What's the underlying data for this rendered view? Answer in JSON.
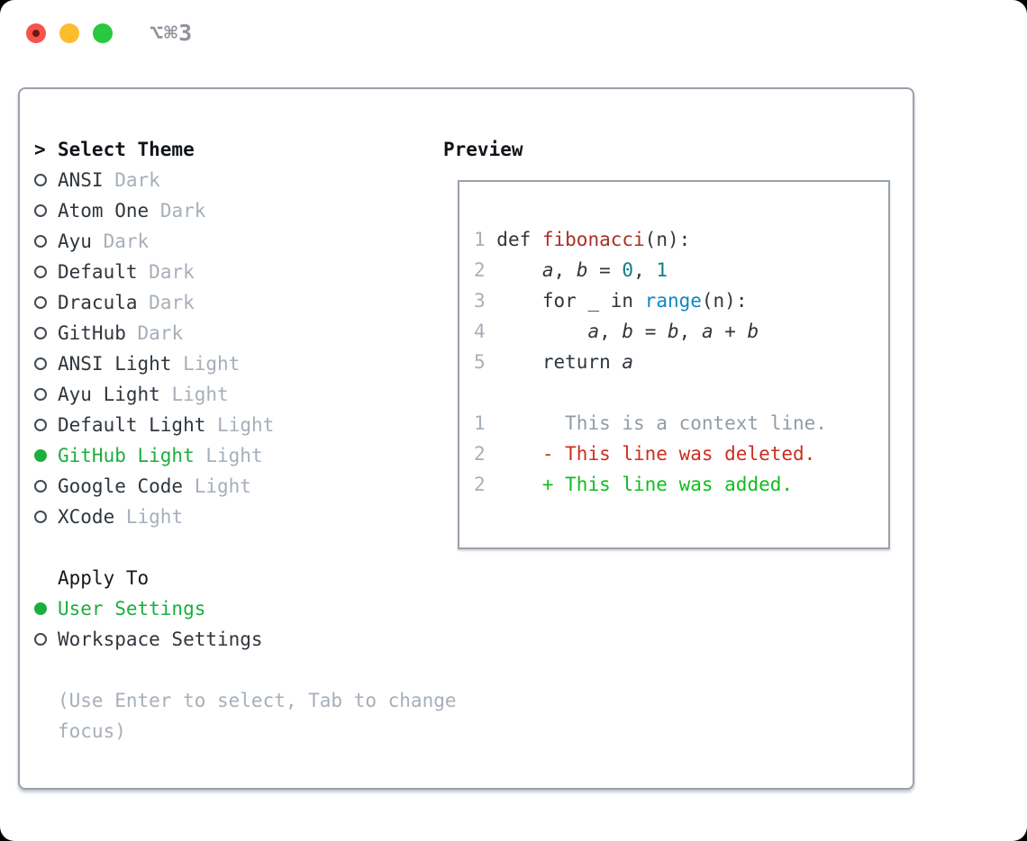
{
  "window": {
    "title": "⌥⌘3",
    "traffic_lights": [
      "close",
      "minimize",
      "zoom"
    ]
  },
  "colors": {
    "selected_green": "#1cae3d",
    "added_green": "#0fbe1e",
    "deleted_red": "#cd2e1e",
    "function_red": "#a93026",
    "number_teal": "#0e7f82",
    "builtin_blue": "#0e87c5",
    "muted_gray": "#a6afb9",
    "border_gray": "#9aa2ac",
    "text_dark": "#2f363d"
  },
  "theme_picker": {
    "header": {
      "pointer": ">",
      "label": "Select Theme"
    },
    "themes": [
      {
        "name": "ANSI",
        "variant": "Dark",
        "selected": false
      },
      {
        "name": "Atom One",
        "variant": "Dark",
        "selected": false
      },
      {
        "name": "Ayu",
        "variant": "Dark",
        "selected": false
      },
      {
        "name": "Default",
        "variant": "Dark",
        "selected": false
      },
      {
        "name": "Dracula",
        "variant": "Dark",
        "selected": false
      },
      {
        "name": "GitHub",
        "variant": "Dark",
        "selected": false
      },
      {
        "name": "ANSI Light",
        "variant": "Light",
        "selected": false
      },
      {
        "name": "Ayu Light",
        "variant": "Light",
        "selected": false
      },
      {
        "name": "Default Light",
        "variant": "Light",
        "selected": false
      },
      {
        "name": "GitHub Light",
        "variant": "Light",
        "selected": true
      },
      {
        "name": "Google Code",
        "variant": "Light",
        "selected": false
      },
      {
        "name": "XCode",
        "variant": "Light",
        "selected": false
      }
    ],
    "apply_to": {
      "label": "Apply To",
      "options": [
        {
          "name": "User Settings",
          "selected": true
        },
        {
          "name": "Workspace Settings",
          "selected": false
        }
      ]
    },
    "hint": "(Use Enter to select, Tab to change focus)"
  },
  "preview": {
    "label": "Preview",
    "lines": [
      {
        "segments": [
          {
            "t": "1 ",
            "c": "lineno"
          },
          {
            "t": "def ",
            "c": "code"
          },
          {
            "t": "fibonacci",
            "c": "func"
          },
          {
            "t": "(n):",
            "c": "code"
          }
        ]
      },
      {
        "segments": [
          {
            "t": "2 ",
            "c": "lineno"
          },
          {
            "t": "    ",
            "c": "code"
          },
          {
            "t": "a",
            "c": "var"
          },
          {
            "t": ", ",
            "c": "code"
          },
          {
            "t": "b",
            "c": "var"
          },
          {
            "t": " = ",
            "c": "code"
          },
          {
            "t": "0",
            "c": "num"
          },
          {
            "t": ", ",
            "c": "code"
          },
          {
            "t": "1",
            "c": "num"
          }
        ]
      },
      {
        "segments": [
          {
            "t": "3 ",
            "c": "lineno"
          },
          {
            "t": "    for _ in ",
            "c": "code"
          },
          {
            "t": "range",
            "c": "builtin"
          },
          {
            "t": "(n):",
            "c": "code"
          }
        ]
      },
      {
        "segments": [
          {
            "t": "4 ",
            "c": "lineno"
          },
          {
            "t": "        ",
            "c": "code"
          },
          {
            "t": "a",
            "c": "var"
          },
          {
            "t": ", ",
            "c": "code"
          },
          {
            "t": "b",
            "c": "var"
          },
          {
            "t": " = ",
            "c": "code"
          },
          {
            "t": "b",
            "c": "var"
          },
          {
            "t": ", ",
            "c": "code"
          },
          {
            "t": "a",
            "c": "var"
          },
          {
            "t": " + ",
            "c": "code"
          },
          {
            "t": "b",
            "c": "var"
          }
        ]
      },
      {
        "segments": [
          {
            "t": "5 ",
            "c": "lineno"
          },
          {
            "t": "    return ",
            "c": "code"
          },
          {
            "t": "a",
            "c": "var"
          }
        ]
      },
      {
        "segments": []
      },
      {
        "segments": [
          {
            "t": "1 ",
            "c": "lineno"
          },
          {
            "t": "      This is a context line.",
            "c": "context"
          }
        ]
      },
      {
        "segments": [
          {
            "t": "2 ",
            "c": "lineno"
          },
          {
            "t": "    - This line was deleted.",
            "c": "deleted"
          }
        ]
      },
      {
        "segments": [
          {
            "t": "2 ",
            "c": "lineno"
          },
          {
            "t": "    + This line was added.",
            "c": "added"
          }
        ]
      }
    ]
  }
}
